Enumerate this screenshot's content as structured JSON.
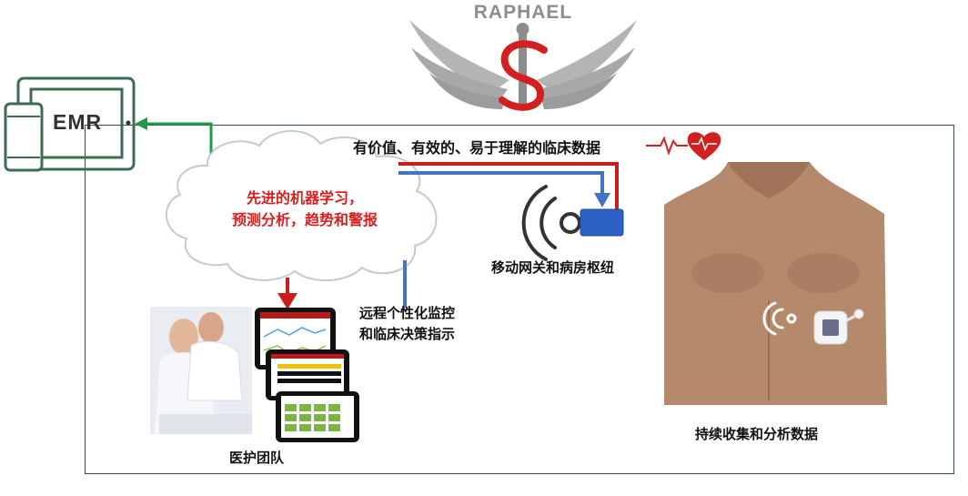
{
  "logo": {
    "text": "RAPHAEL"
  },
  "emr": {
    "label": "EMR"
  },
  "headline": "有价值、有效的、易于理解的临床数据",
  "cloud": {
    "line1": "先进的机器学习，",
    "line2": "预测分析，趋势和警报"
  },
  "gateway": {
    "label": "移动网关和病房枢纽"
  },
  "remote": {
    "line1": "远程个性化监控",
    "line2": "和临床决策指示"
  },
  "care_team": {
    "label": "医护团队"
  },
  "patient": {
    "label": "持续收集和分析数据"
  },
  "colors": {
    "red_arrow": "#c81e1e",
    "blue_arrow": "#4472c4",
    "green_arrow": "#1e9a4a",
    "device_green": "#3f6b4f",
    "gateway_blue": "#2d62c4",
    "frame": "#2e4a5e"
  },
  "icons": [
    "wings-logo-icon",
    "caduceus-icon",
    "tablet-icon",
    "phone-icon",
    "heartbeat-icon",
    "signal-waves-icon",
    "gateway-icon",
    "cloud-icon",
    "wearable-sensor-icon"
  ]
}
